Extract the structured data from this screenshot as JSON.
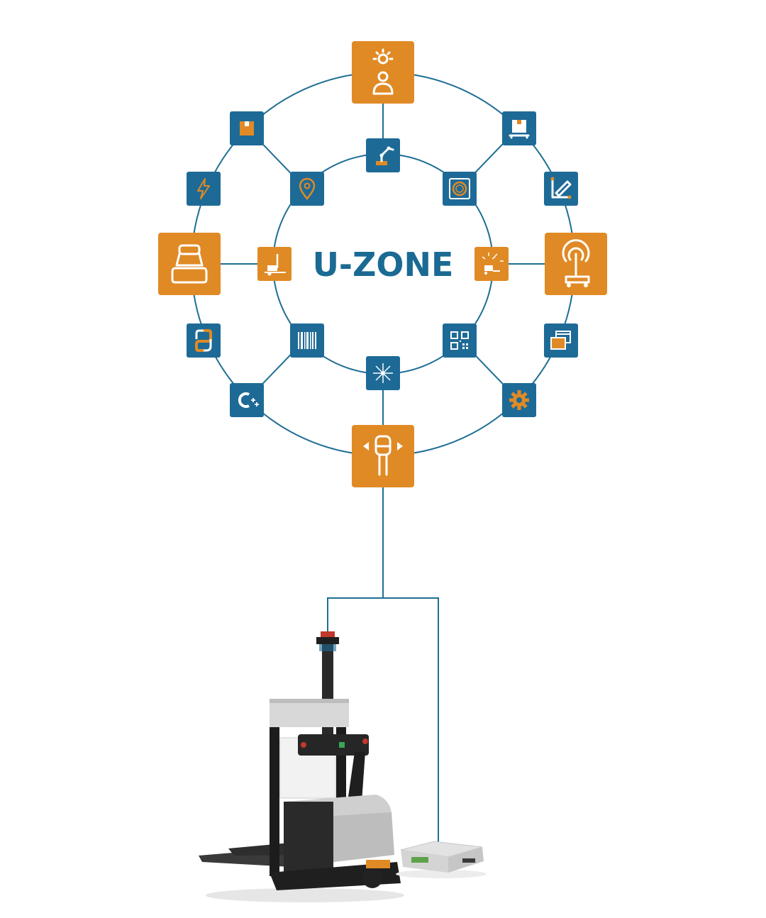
{
  "diagram": {
    "title": "U-ZONE",
    "colors": {
      "blue_tile": "#1e6a96",
      "orange_tile": "#e08a25",
      "line": "#1f6e94",
      "accent_icon": "#f0a040"
    },
    "outer_ring_nodes": [
      {
        "icon": "lightbulb-person-icon",
        "style": "orange"
      },
      {
        "icon": "box-on-pallet-icon",
        "style": "blue"
      },
      {
        "icon": "route-edit-icon",
        "style": "blue"
      },
      {
        "icon": "touch-agv-icon",
        "style": "orange"
      },
      {
        "icon": "windows-icon",
        "style": "blue"
      },
      {
        "icon": "gear-icon",
        "style": "blue"
      },
      {
        "icon": "lidar-sensor-icon",
        "style": "orange"
      },
      {
        "icon": "cpp-icon",
        "style": "blue"
      },
      {
        "icon": "python-icon",
        "style": "blue"
      },
      {
        "icon": "charging-pile-icon",
        "style": "orange"
      },
      {
        "icon": "lightning-icon",
        "style": "blue"
      },
      {
        "icon": "box-icon",
        "style": "blue"
      }
    ],
    "inner_ring_nodes": [
      {
        "icon": "robot-arm-icon"
      },
      {
        "icon": "reflector-icon"
      },
      {
        "icon": "forklift-alert-icon"
      },
      {
        "icon": "qr-code-icon"
      },
      {
        "icon": "laser-scanner-icon"
      },
      {
        "icon": "barcode-icon"
      },
      {
        "icon": "forklift-icon"
      },
      {
        "icon": "location-pin-icon"
      }
    ],
    "hardware": [
      {
        "name": "autonomous-forklift"
      },
      {
        "name": "charging-station"
      }
    ]
  }
}
